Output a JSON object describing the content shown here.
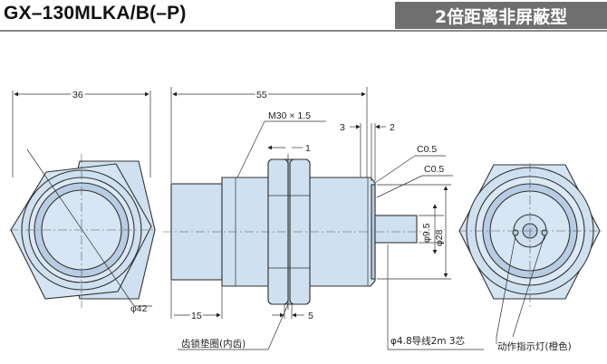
{
  "header": {
    "model": "GX–130MLKA/B(–P)",
    "type_label": "2倍距离非屏蔽型"
  },
  "colors": {
    "body_fill": "#cfe0f0",
    "header_bar": "#6f6f6f"
  },
  "dimensions": {
    "width_36": "36",
    "length_55": "55",
    "thread": "M30 × 1.5",
    "dim_1": "1",
    "dim_3": "3",
    "dim_2": "2",
    "chamfer_1": "C0.5",
    "chamfer_2": "C0.5",
    "dia_9_5": "φ9.5",
    "dia_28": "φ28",
    "dia_42": "φ42",
    "dim_15": "15",
    "dim_5": "5"
  },
  "callouts": {
    "lock_washer": "齿锁垫圈(内齿)",
    "cable": "φ4.8导线2m 3芯",
    "indicator": "动作指示灯(橙色)"
  }
}
